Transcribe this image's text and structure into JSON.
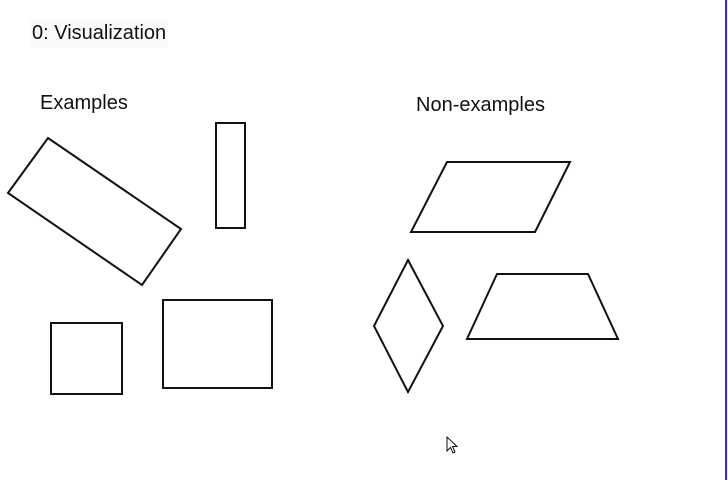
{
  "slide": {
    "title": "0: Visualization",
    "examples_label": "Examples",
    "non_examples_label": "Non-examples"
  },
  "shapes": {
    "examples": [
      "rotated-rectangle",
      "tall-rectangle",
      "square",
      "rectangle"
    ],
    "non_examples": [
      "parallelogram",
      "rhombus",
      "trapezoid"
    ]
  },
  "colors": {
    "stroke": "#111111",
    "edge": "#2a2af0"
  }
}
